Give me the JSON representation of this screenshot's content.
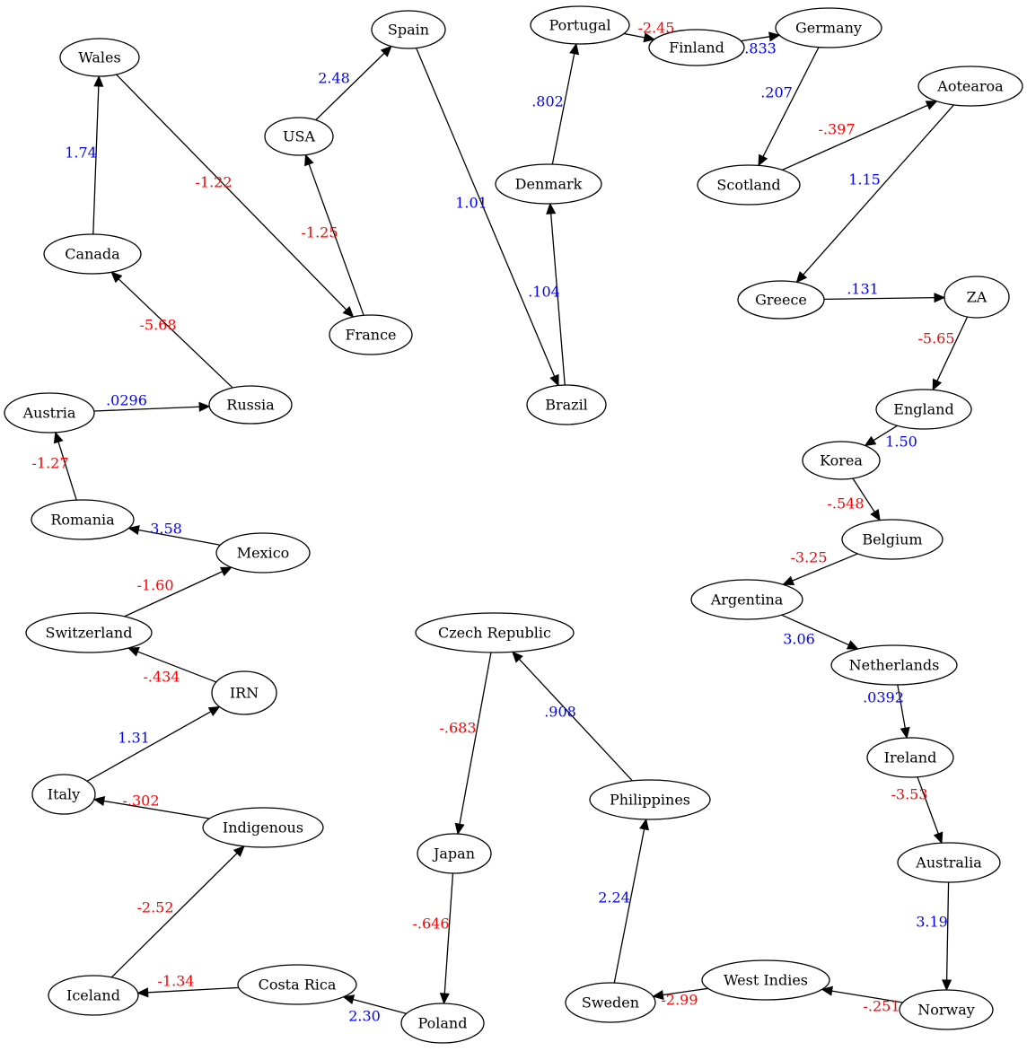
{
  "colors": {
    "positive": "#0000ff",
    "negative": "#ff0000"
  },
  "nodes": [
    {
      "id": "Wales",
      "label": "Wales"
    },
    {
      "id": "Spain",
      "label": "Spain"
    },
    {
      "id": "Portugal",
      "label": "Portugal"
    },
    {
      "id": "Finland",
      "label": "Finland"
    },
    {
      "id": "Germany",
      "label": "Germany"
    },
    {
      "id": "Aotearoa",
      "label": "Aotearoa"
    },
    {
      "id": "USA",
      "label": "USA"
    },
    {
      "id": "Denmark",
      "label": "Denmark"
    },
    {
      "id": "Scotland",
      "label": "Scotland"
    },
    {
      "id": "Canada",
      "label": "Canada"
    },
    {
      "id": "Greece",
      "label": "Greece"
    },
    {
      "id": "ZA",
      "label": "ZA"
    },
    {
      "id": "France",
      "label": "France"
    },
    {
      "id": "Austria",
      "label": "Austria"
    },
    {
      "id": "Russia",
      "label": "Russia"
    },
    {
      "id": "Brazil",
      "label": "Brazil"
    },
    {
      "id": "England",
      "label": "England"
    },
    {
      "id": "Korea",
      "label": "Korea"
    },
    {
      "id": "Romania",
      "label": "Romania"
    },
    {
      "id": "Belgium",
      "label": "Belgium"
    },
    {
      "id": "Mexico",
      "label": "Mexico"
    },
    {
      "id": "Argentina",
      "label": "Argentina"
    },
    {
      "id": "Switzerland",
      "label": "Switzerland"
    },
    {
      "id": "CzechRepublic",
      "label": "Czech Republic"
    },
    {
      "id": "Netherlands",
      "label": "Netherlands"
    },
    {
      "id": "IRN",
      "label": "IRN"
    },
    {
      "id": "Ireland",
      "label": "Ireland"
    },
    {
      "id": "Italy",
      "label": "Italy"
    },
    {
      "id": "Philippines",
      "label": "Philippines"
    },
    {
      "id": "Indigenous",
      "label": "Indigenous"
    },
    {
      "id": "Japan",
      "label": "Japan"
    },
    {
      "id": "Australia",
      "label": "Australia"
    },
    {
      "id": "WestIndies",
      "label": "West Indies"
    },
    {
      "id": "CostaRica",
      "label": "Costa Rica"
    },
    {
      "id": "Iceland",
      "label": "Iceland"
    },
    {
      "id": "Sweden",
      "label": "Sweden"
    },
    {
      "id": "Norway",
      "label": "Norway"
    },
    {
      "id": "Poland",
      "label": "Poland"
    }
  ],
  "edges": [
    {
      "from": "Canada",
      "to": "Wales",
      "label": "1.74",
      "sign": "positive"
    },
    {
      "from": "Wales",
      "to": "France",
      "label": "-1.22",
      "sign": "negative"
    },
    {
      "from": "USA",
      "to": "Spain",
      "label": "2.48",
      "sign": "positive"
    },
    {
      "from": "France",
      "to": "USA",
      "label": "-1.25",
      "sign": "negative"
    },
    {
      "from": "Spain",
      "to": "Brazil",
      "label": "1.01",
      "sign": "positive"
    },
    {
      "from": "Brazil",
      "to": "Denmark",
      "label": ".104",
      "sign": "positive"
    },
    {
      "from": "Denmark",
      "to": "Portugal",
      "label": ".802",
      "sign": "positive"
    },
    {
      "from": "Portugal",
      "to": "Finland",
      "label": "-2.45",
      "sign": "negative"
    },
    {
      "from": "Finland",
      "to": "Germany",
      "label": ".833",
      "sign": "positive"
    },
    {
      "from": "Germany",
      "to": "Scotland",
      "label": ".207",
      "sign": "positive"
    },
    {
      "from": "Scotland",
      "to": "Aotearoa",
      "label": "-.397",
      "sign": "negative"
    },
    {
      "from": "Aotearoa",
      "to": "Greece",
      "label": "1.15",
      "sign": "positive"
    },
    {
      "from": "Greece",
      "to": "ZA",
      "label": ".131",
      "sign": "positive"
    },
    {
      "from": "ZA",
      "to": "England",
      "label": "-5.65",
      "sign": "negative"
    },
    {
      "from": "England",
      "to": "Korea",
      "label": "1.50",
      "sign": "positive"
    },
    {
      "from": "Korea",
      "to": "Belgium",
      "label": "-.548",
      "sign": "negative"
    },
    {
      "from": "Belgium",
      "to": "Argentina",
      "label": "-3.25",
      "sign": "negative"
    },
    {
      "from": "Argentina",
      "to": "Netherlands",
      "label": "3.06",
      "sign": "positive"
    },
    {
      "from": "Netherlands",
      "to": "Ireland",
      "label": ".0392",
      "sign": "positive"
    },
    {
      "from": "Ireland",
      "to": "Australia",
      "label": "-3.53",
      "sign": "negative"
    },
    {
      "from": "Australia",
      "to": "Norway",
      "label": "3.19",
      "sign": "positive"
    },
    {
      "from": "Norway",
      "to": "WestIndies",
      "label": "-.251",
      "sign": "negative"
    },
    {
      "from": "WestIndies",
      "to": "Sweden",
      "label": "-2.99",
      "sign": "negative"
    },
    {
      "from": "Sweden",
      "to": "Philippines",
      "label": "2.24",
      "sign": "positive"
    },
    {
      "from": "Philippines",
      "to": "CzechRepublic",
      "label": ".908",
      "sign": "positive"
    },
    {
      "from": "CzechRepublic",
      "to": "Japan",
      "label": "-.683",
      "sign": "negative"
    },
    {
      "from": "Japan",
      "to": "Poland",
      "label": "-.646",
      "sign": "negative"
    },
    {
      "from": "Poland",
      "to": "CostaRica",
      "label": "2.30",
      "sign": "positive"
    },
    {
      "from": "CostaRica",
      "to": "Iceland",
      "label": "-1.34",
      "sign": "negative"
    },
    {
      "from": "Iceland",
      "to": "Indigenous",
      "label": "-2.52",
      "sign": "negative"
    },
    {
      "from": "Indigenous",
      "to": "Italy",
      "label": "-.302",
      "sign": "negative"
    },
    {
      "from": "Italy",
      "to": "IRN",
      "label": "1.31",
      "sign": "positive"
    },
    {
      "from": "IRN",
      "to": "Switzerland",
      "label": "-.434",
      "sign": "negative"
    },
    {
      "from": "Switzerland",
      "to": "Mexico",
      "label": "-1.60",
      "sign": "negative"
    },
    {
      "from": "Mexico",
      "to": "Romania",
      "label": "3.58",
      "sign": "positive"
    },
    {
      "from": "Romania",
      "to": "Austria",
      "label": "-1.27",
      "sign": "negative"
    },
    {
      "from": "Austria",
      "to": "Russia",
      "label": ".0296",
      "sign": "positive"
    },
    {
      "from": "Russia",
      "to": "Canada",
      "label": "-5.68",
      "sign": "negative"
    }
  ]
}
